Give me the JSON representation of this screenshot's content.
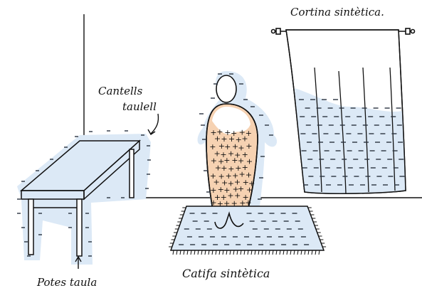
{
  "labels": {
    "curtain": "Cortina sintètica.",
    "table_edge_line1": "Cantells",
    "table_edge_line2": "taulell",
    "table_legs": "Potes taula",
    "rug": "Catifa sintètica"
  },
  "colors": {
    "charge_zone": "#dce9f6",
    "person_fill": "#f6d2b2",
    "ink": "#111111",
    "charge_mark": "#2a3340"
  },
  "legend_symbols": {
    "negative_charge": "−",
    "positive_charge": "+"
  }
}
